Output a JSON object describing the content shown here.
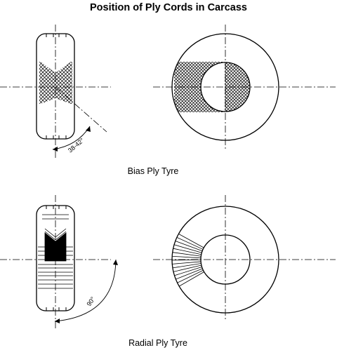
{
  "title": "Position of Ply Cords in Carcass",
  "bias": {
    "caption": "Bias Ply Tyre",
    "angle_label": "38-42°"
  },
  "radial": {
    "caption": "Radial Ply Tyre",
    "angle_label": "90°"
  }
}
